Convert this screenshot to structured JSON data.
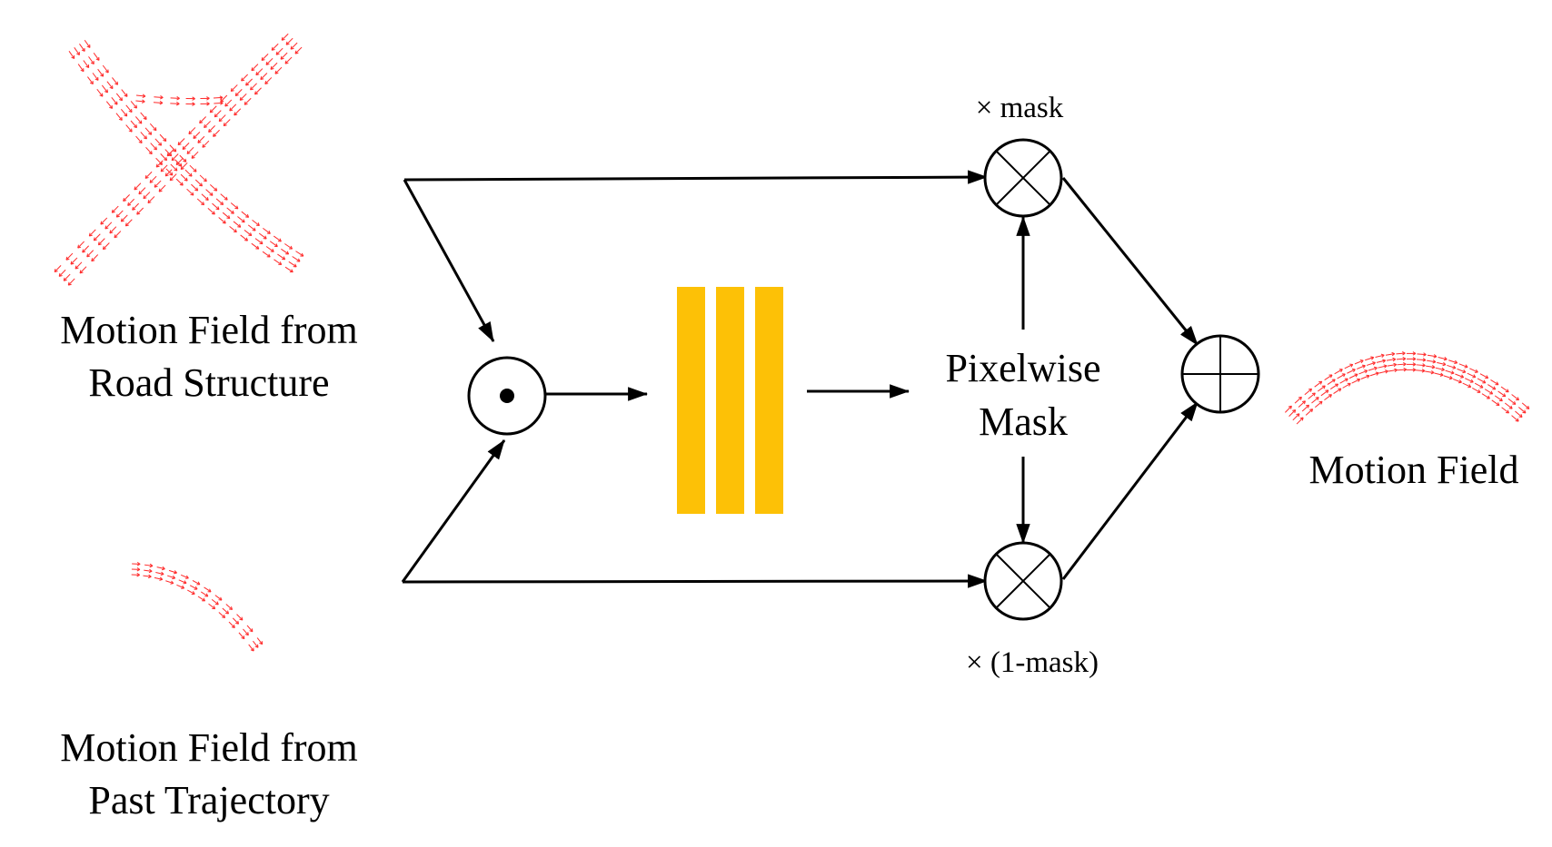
{
  "inputs": {
    "road": {
      "line1": "Motion Field from",
      "line2": "Road Structure"
    },
    "past": {
      "line1": "Motion Field from",
      "line2": "Past Trajectory"
    }
  },
  "mask": {
    "line1": "Pixelwise",
    "line2": "Mask"
  },
  "multiply_top_label": "× mask",
  "multiply_bottom_label": "× (1-mask)",
  "output": {
    "label": "Motion Field"
  },
  "colors": {
    "conv_block": "#FDC106",
    "arrow": "#ff2a2a",
    "line": "#000000"
  }
}
